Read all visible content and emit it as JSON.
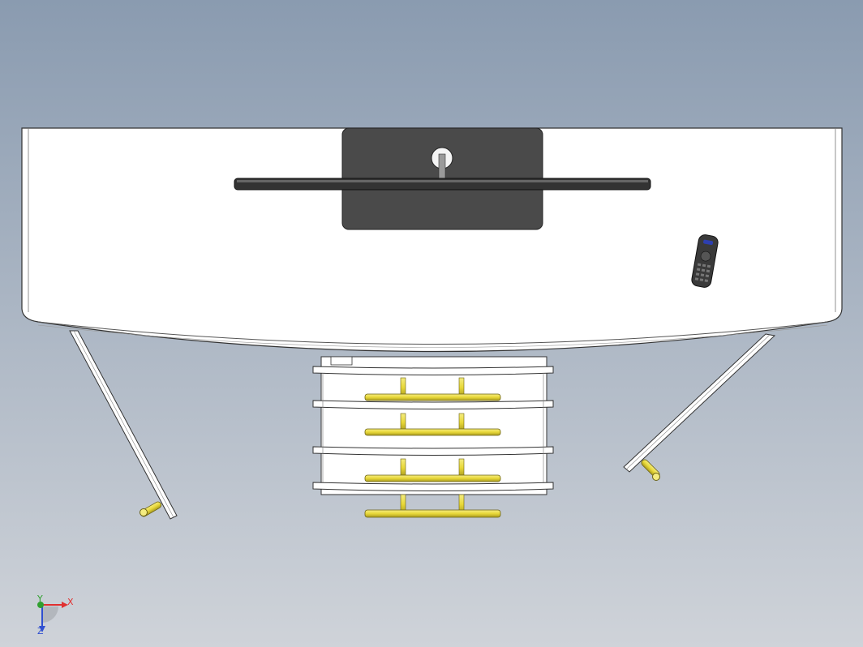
{
  "colors": {
    "bg_top": "#8a9bb0",
    "bg_bottom": "#cfd3d9",
    "desk": "#ffffff",
    "monitor": "#4a4a4a",
    "handle": "#e8d838",
    "remote": "#3a3a3a",
    "axis_x": "#e03030",
    "axis_y": "#30a030",
    "axis_z": "#3050d0"
  },
  "triad": {
    "x_label": "X",
    "y_label": "Y",
    "z_label": "Z"
  },
  "icons": [
    "monitor",
    "tv-remote",
    "drawer-handle",
    "coordinate-triad"
  ]
}
